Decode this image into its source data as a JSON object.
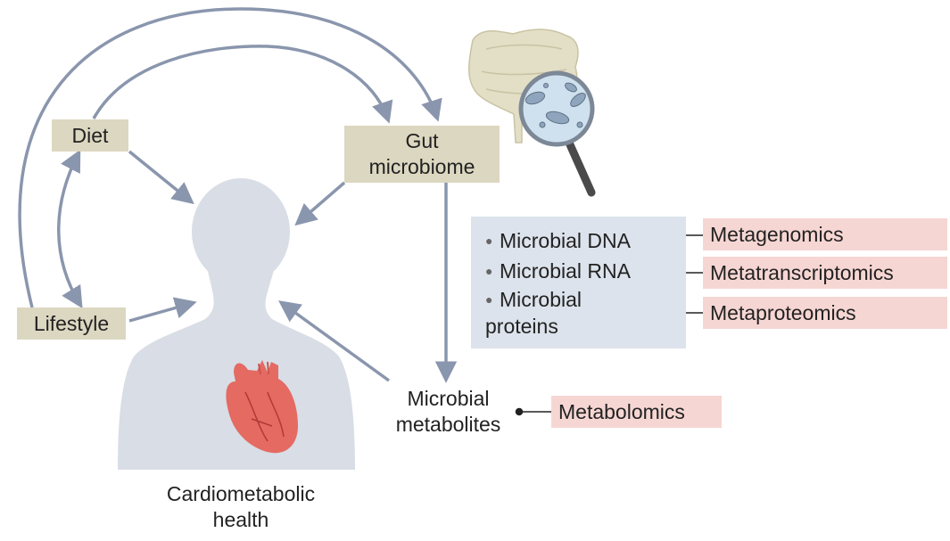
{
  "colors": {
    "beige": "#dcd7c0",
    "pink": "#f6d6d3",
    "panel": "#dde3ec",
    "arrow": "#8a96ad",
    "silhouette": "#d8dde6",
    "heart": "#e46a62"
  },
  "nodes": {
    "diet": "Diet",
    "gut_microbiome_line1": "Gut",
    "gut_microbiome_line2": "microbiome",
    "lifestyle": "Lifestyle",
    "microbial_metabolites_line1": "Microbial",
    "microbial_metabolites_line2": "metabolites",
    "cardiometabolic_line1": "Cardiometabolic",
    "cardiometabolic_line2": "health"
  },
  "omics_components": [
    {
      "label_line1": "Microbial DNA",
      "label_line2": "",
      "method": "Metagenomics"
    },
    {
      "label_line1": "Microbial RNA",
      "label_line2": "",
      "method": "Metatranscriptomics"
    },
    {
      "label_line1": "Microbial",
      "label_line2": "proteins",
      "method": "Metaproteomics"
    }
  ],
  "metabolite_method": "Metabolomics",
  "icons": [
    "human-silhouette-icon",
    "heart-icon",
    "intestine-icon",
    "magnifying-glass-icon",
    "bacteria-icon"
  ]
}
